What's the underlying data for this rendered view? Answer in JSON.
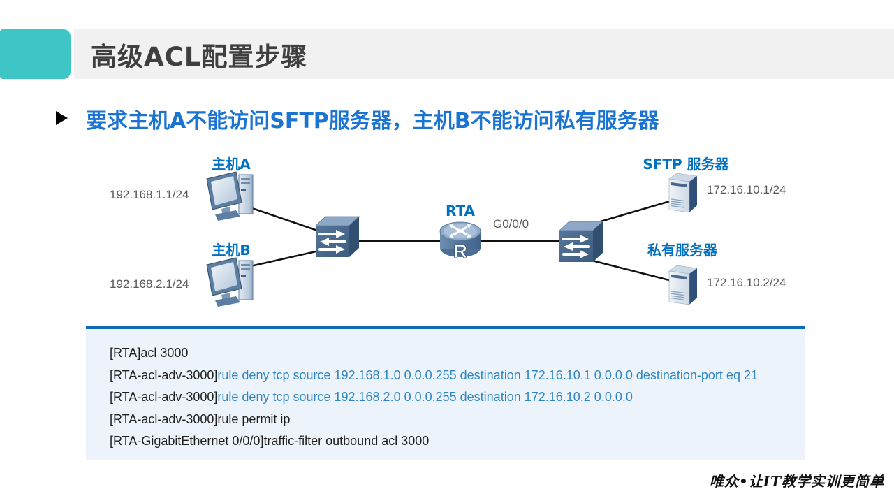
{
  "header": {
    "title": "高级ACL配置步骤"
  },
  "requirement": {
    "bullet_icon": "triangle-right",
    "text": "要求主机A不能访问SFTP服务器，主机B不能访问私有服务器"
  },
  "topology": {
    "host_a": {
      "label": "主机A",
      "ip": "192.168.1.1/24"
    },
    "host_b": {
      "label": "主机B",
      "ip": "192.168.2.1/24"
    },
    "router": {
      "label": "RTA",
      "letter": "R",
      "interface": "G0/0/0"
    },
    "sftp_server": {
      "label": "SFTP 服务器",
      "ip": "172.16.10.1/24"
    },
    "private_server": {
      "label": "私有服务器",
      "ip": "172.16.10.2/24"
    },
    "icons": [
      "pc-icon",
      "switch-icon",
      "router-icon",
      "server-icon"
    ]
  },
  "config": {
    "lines": [
      {
        "prefix": "[RTA]",
        "command": "acl 3000"
      },
      {
        "prefix": "[RTA-acl-adv-3000]",
        "command": "rule deny tcp source 192.168.1.0 0.0.0.255 destination 172.16.10.1 0.0.0.0 destination-port eq 21"
      },
      {
        "prefix": "[RTA-acl-adv-3000]",
        "command": "rule deny tcp source 192.168.2.0 0.0.0.255 destination 172.16.10.2 0.0.0.0"
      },
      {
        "prefix": "[RTA-acl-adv-3000]",
        "command": "rule permit ip"
      },
      {
        "prefix": "[RTA-GigabitEthernet 0/0/0]",
        "command": "traffic-filter outbound acl 3000"
      }
    ]
  },
  "footer": {
    "slogan": "唯众•让IT教学实训更简单"
  },
  "colors": {
    "accent_teal": "#3EC6C6",
    "title_bar_bg": "#F1F1F1",
    "title_text": "#3F3F3F",
    "heading_blue": "#1B74D1",
    "node_label_blue": "#0070C0",
    "ip_gray": "#595959",
    "rule_blue": "#1169B8",
    "config_box_bg": "#ECF3FB",
    "command_blue": "#2E86C4",
    "line_black": "#111111"
  }
}
